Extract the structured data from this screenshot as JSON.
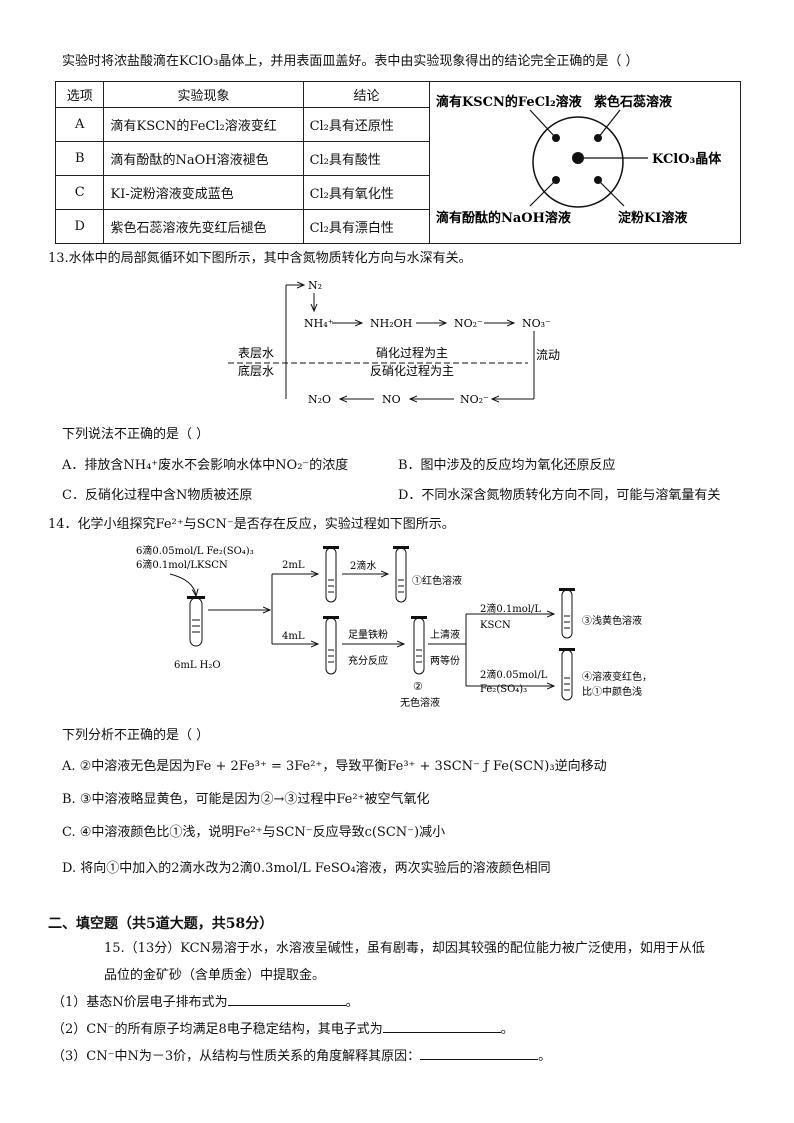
{
  "intro_text": "实验时将浓盐酸滴在KClO₃晶体上，并用表面皿盖好。表中由实验现象得出的结论完全正确的是（    ）",
  "table": {
    "headers": [
      "选项",
      "实验现象",
      "结论"
    ],
    "rows": [
      {
        "option": "A",
        "phenomenon": "滴有KSCN的FeCl₂溶液变红",
        "conclusion": "Cl₂具有还原性"
      },
      {
        "option": "B",
        "phenomenon": "滴有酚酞的NaOH溶液褪色",
        "conclusion": "Cl₂具有酸性"
      },
      {
        "option": "C",
        "phenomenon": "KI-淀粉溶液变成蓝色",
        "conclusion": "Cl₂具有氧化性"
      },
      {
        "option": "D",
        "phenomenon": "紫色石蕊溶液先变红后褪色",
        "conclusion": "Cl₂具有漂白性"
      }
    ]
  },
  "dish_diagram": {
    "label_tl": "滴有KSCN的FeCl₂溶液",
    "label_tr": "紫色石蕊溶液",
    "label_center": "KClO₃晶体",
    "label_bl": "滴有酚酞的NaOH溶液",
    "label_br": "淀粉KI溶液"
  },
  "q13": {
    "stem": "13.水体中的局部氮循环如下图所示，其中含氮物质转化方向与水深有关。",
    "diagram": {
      "n2": "N₂",
      "top_species": [
        "NH₄⁺",
        "NH₂OH",
        "NO₂⁻",
        "NO₃⁻"
      ],
      "surface_label": "表层水",
      "bottom_label": "底层水",
      "nitrification": "硝化过程为主",
      "denitrification": "反硝化过程为主",
      "flow": "流动",
      "bottom_species": [
        "N₂O",
        "NO",
        "NO₂⁻"
      ]
    },
    "prompt": "下列说法不正确的是（    ）",
    "options": {
      "A": "A．排放含NH₄⁺废水不会影响水体中NO₂⁻的浓度",
      "B": "B．图中涉及的反应均为氧化还原反应",
      "C": "C．反硝化过程中含N物质被还原",
      "D": "D．不同水深含氮物质转化方向不同，可能与溶氧量有关"
    }
  },
  "q14": {
    "stem": "14．化学小组探究Fe²⁺与SCN⁻是否存在反应，实验过程如下图所示。",
    "diagram": {
      "reagent_line1": "6滴0.05mol/L Fe₂(SO₄)₃",
      "reagent_line2": "6滴0.1mol/LKSCN",
      "water": "6mL H₂O",
      "branch1": "2mL",
      "add_water": "2滴水",
      "result1": "①红色溶液",
      "branch2": "4mL",
      "iron_top": "足量铁粉",
      "iron_bottom": "充分反应",
      "tube2_label": "②",
      "tube2_desc": "无色溶液",
      "split_top": "上清液",
      "split_bottom": "两等份",
      "add_kscn_top": "2滴0.1mol/L",
      "add_kscn_bottom": "KSCN",
      "result3": "③浅黄色溶液",
      "add_fe_top": "2滴0.05mol/L",
      "add_fe_bottom": "Fe₂(SO₄)₃",
      "result4_line1": "④溶液变红色，",
      "result4_line2": "比①中颜色浅"
    },
    "prompt": "下列分析不正确的是（    ）",
    "options": {
      "A": "A. ②中溶液无色是因为Fe + 2Fe³⁺ = 3Fe²⁺，导致平衡Fe³⁺ + 3SCN⁻ ƒ  Fe(SCN)₃逆向移动",
      "B": "B. ③中溶液略显黄色，可能是因为②→③过程中Fe²⁺被空气氧化",
      "C": "C. ④中溶液颜色比①浅，说明Fe²⁺与SCN⁻反应导致c(SCN⁻)减小",
      "D": "D. 将向①中加入的2滴水改为2滴0.3mol/L FeSO₄溶液，两次实验后的溶液颜色相同"
    }
  },
  "section2": {
    "title": "二、填空题（共5道大题，共58分）",
    "q15_line1": "15.（13分）KCN易溶于水，水溶液呈碱性，虽有剧毒，却因其较强的配位能力被广泛使用，如用于从低",
    "q15_line2": "品位的金矿砂（含单质金）中提取金。",
    "sub1": "（1）基态N价层电子排布式为",
    "sub2": "（2）CN⁻的所有原子均满足8电子稳定结构，其电子式为",
    "sub3": "（3）CN⁻中N为－3价，从结构与性质关系的角度解释其原因：",
    "period": "。"
  }
}
